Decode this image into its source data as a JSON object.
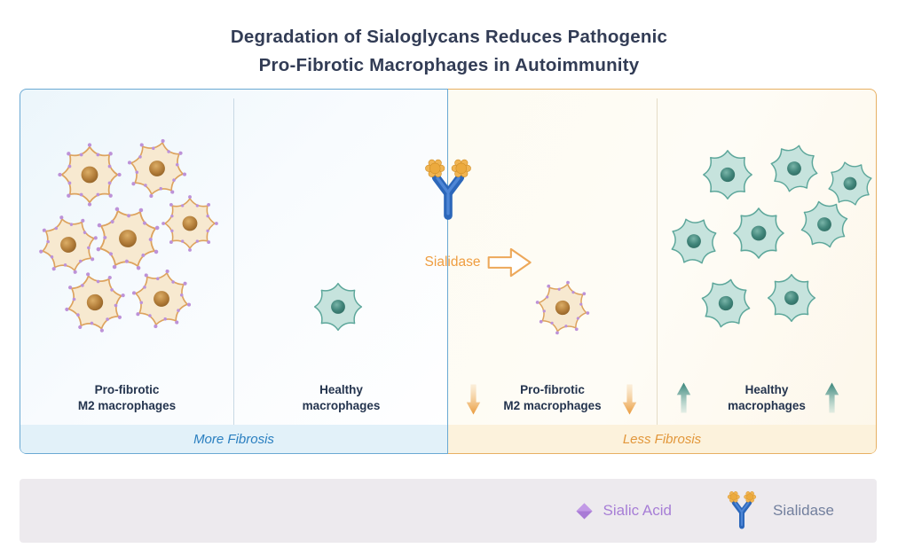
{
  "title": {
    "line1": "Degradation of Sialoglycans Reduces Pathogenic",
    "line2": "Pro-Fibrotic Macrophages in Autoimmunity"
  },
  "panels": {
    "left": {
      "footer": "More Fibrosis",
      "sections": [
        {
          "label_line1": "Pro-fibrotic",
          "label_line2": "M2 macrophages",
          "cell_type": "pro-fibrotic-m2-sialylated",
          "cell_count": 7
        },
        {
          "label_line1": "Healthy",
          "label_line2": "macrophages",
          "cell_type": "healthy",
          "cell_count": 1
        }
      ]
    },
    "right": {
      "footer": "Less Fibrosis",
      "sections": [
        {
          "label_line1": "Pro-fibrotic",
          "label_line2": "M2 macrophages",
          "cell_type": "pro-fibrotic-m2-sialylated",
          "cell_count": 1,
          "trend": "decrease"
        },
        {
          "label_line1": "Healthy",
          "label_line2": "macrophages",
          "cell_type": "healthy",
          "cell_count": 8,
          "trend": "increase"
        }
      ]
    }
  },
  "treatment": {
    "label": "Sialidase"
  },
  "legend": {
    "items": [
      {
        "icon": "sialic-acid-diamond",
        "label": "Sialic Acid"
      },
      {
        "icon": "sialidase-enzyme",
        "label": "Sialidase"
      }
    ]
  },
  "colors": {
    "title_text": "#323c55",
    "left_panel_border": "#6aa9d3",
    "right_panel_border": "#e7b063",
    "more_fibrosis_text": "#2a7fc0",
    "less_fibrosis_text": "#e2973b",
    "sialic_acid_purple": "#a77ed6",
    "sialidase_blue": "#2c67ba",
    "glycan_orange": "#ecaa3e",
    "healthy_cell_teal": "#5da79b",
    "profibrotic_membrane": "#dda35e",
    "legend_bar": "#edeaee"
  }
}
